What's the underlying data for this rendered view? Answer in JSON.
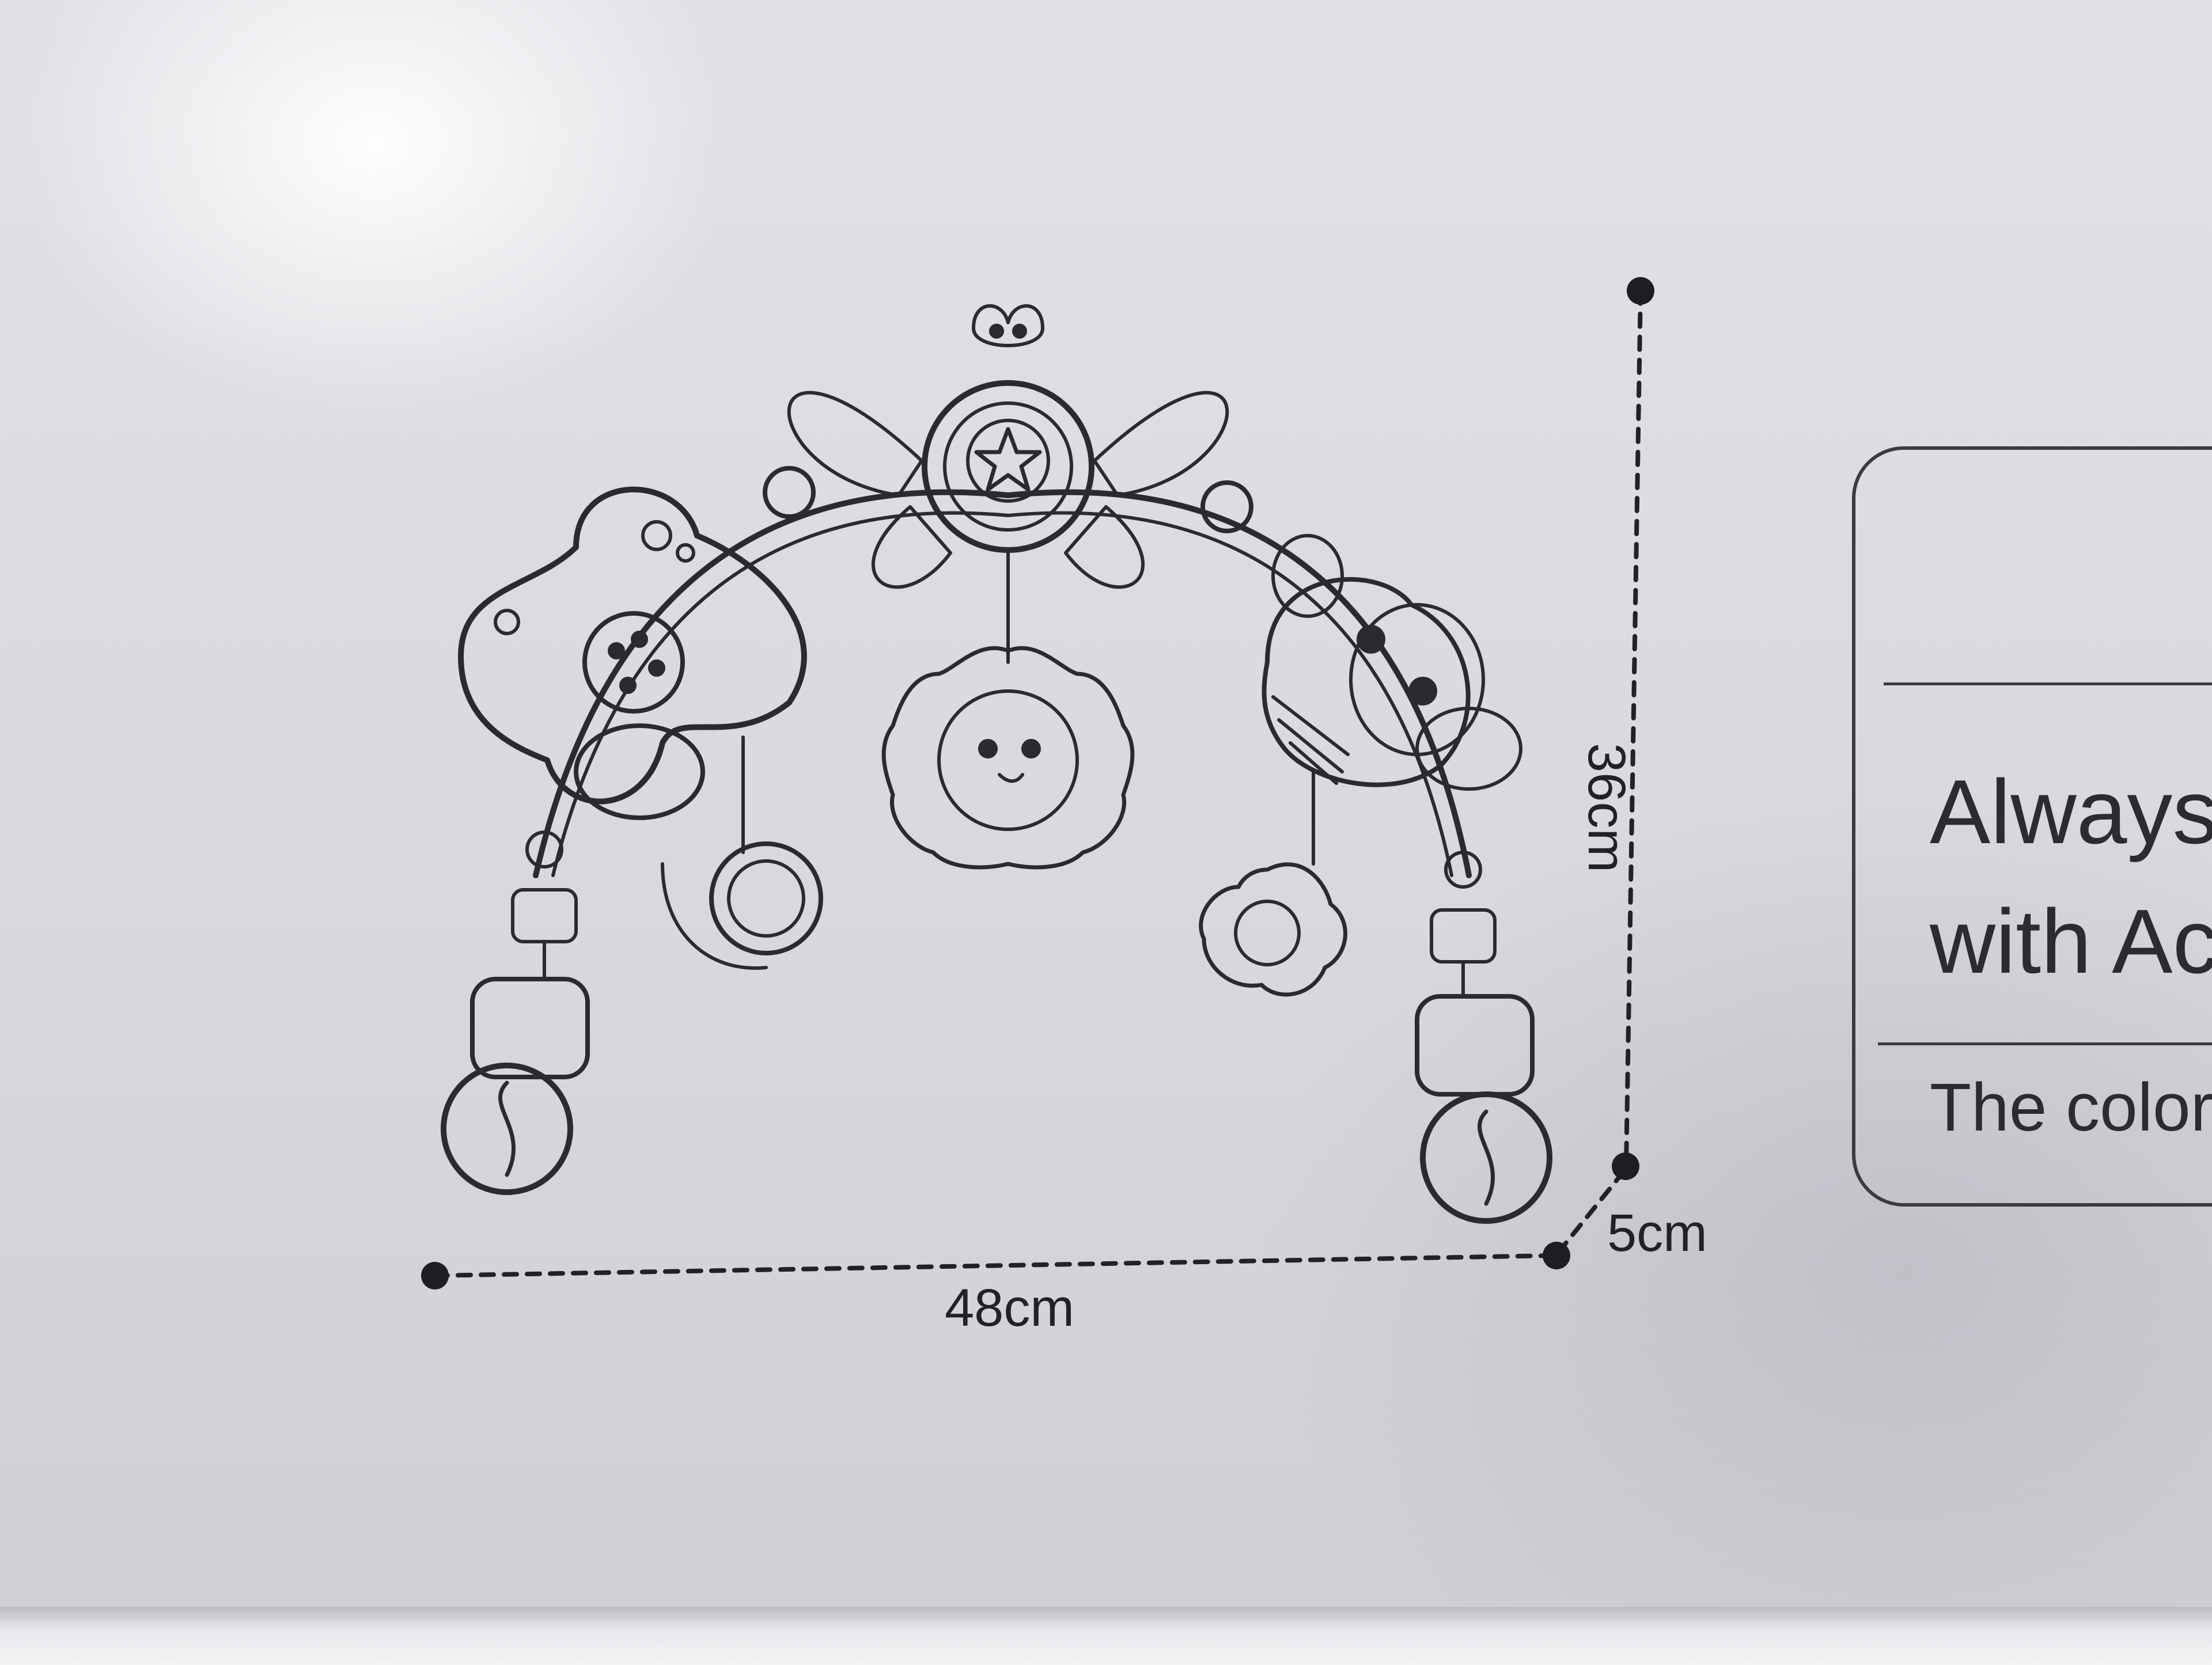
{
  "dimensions": {
    "width": "48cm",
    "height": "36cm",
    "depth": "5cm"
  },
  "warning_box": {
    "line1": "Always",
    "line2": "with Ac",
    "line3": "The color"
  },
  "colors": {
    "paper": "#dcdbe0",
    "ink": "#222226"
  }
}
